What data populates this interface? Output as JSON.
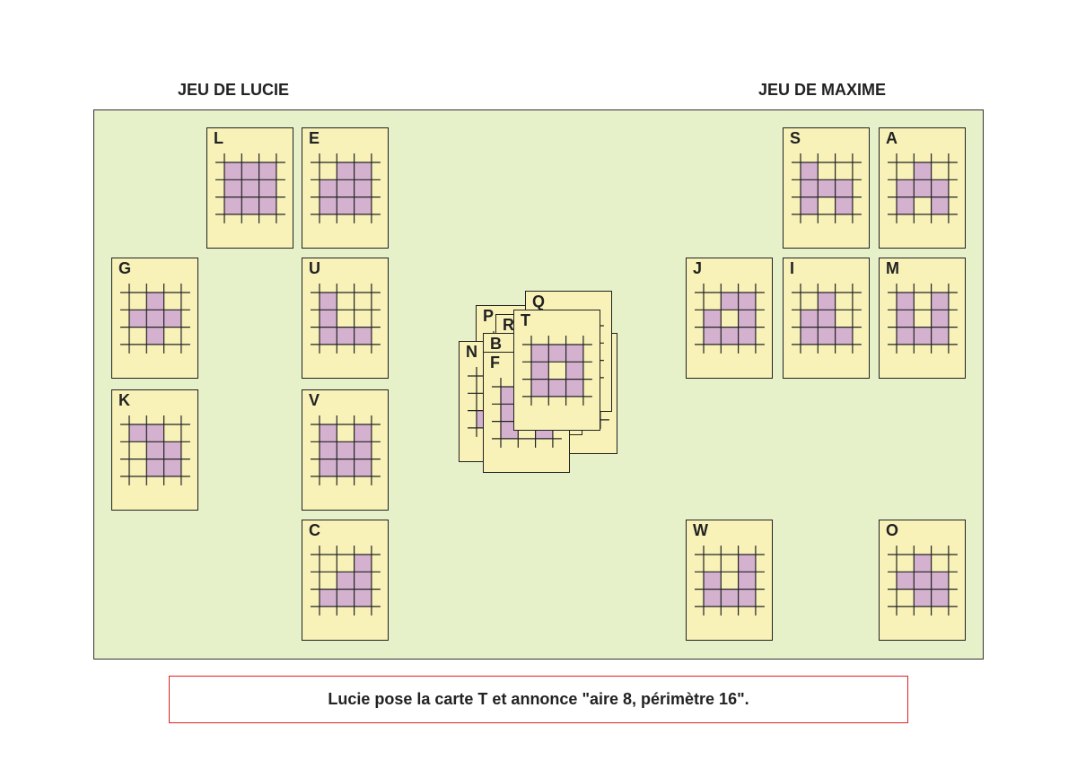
{
  "headers": {
    "lucie": "JEU DE LUCIE",
    "maxime": "JEU DE MAXIME"
  },
  "colors": {
    "board": "#e6f0c9",
    "card": "#f8f2b9",
    "cell": "#d4b2cf",
    "message_border": "#e0201e"
  },
  "lucie_cards": [
    {
      "letter": "L",
      "pattern": [
        "111",
        "111",
        "111"
      ]
    },
    {
      "letter": "E",
      "pattern": [
        "011",
        "111",
        "111"
      ]
    },
    {
      "letter": "G",
      "pattern": [
        "010",
        "111",
        "010"
      ]
    },
    {
      "letter": "U",
      "pattern": [
        "100",
        "100",
        "111"
      ]
    },
    {
      "letter": "K",
      "pattern": [
        "110",
        "011",
        "011"
      ]
    },
    {
      "letter": "V",
      "pattern": [
        "101",
        "111",
        "111"
      ]
    },
    {
      "letter": "C",
      "pattern": [
        "001",
        "011",
        "111"
      ]
    }
  ],
  "maxime_cards": [
    {
      "letter": "S",
      "pattern": [
        "100",
        "111",
        "101"
      ]
    },
    {
      "letter": "A",
      "pattern": [
        "010",
        "111",
        "101"
      ]
    },
    {
      "letter": "J",
      "pattern": [
        "011",
        "101",
        "111"
      ]
    },
    {
      "letter": "I",
      "pattern": [
        "010",
        "110",
        "111"
      ]
    },
    {
      "letter": "M",
      "pattern": [
        "101",
        "101",
        "111"
      ]
    },
    {
      "letter": "W",
      "pattern": [
        "001",
        "101",
        "111"
      ]
    },
    {
      "letter": "O",
      "pattern": [
        "010",
        "111",
        "011"
      ]
    }
  ],
  "pile_cards": [
    {
      "letter": "Q",
      "pattern": [
        "000",
        "000",
        "000"
      ]
    },
    {
      "letter": "",
      "pattern": [
        "000",
        "000",
        "000"
      ]
    },
    {
      "letter": "P",
      "pattern": [
        "000",
        "000",
        "000"
      ]
    },
    {
      "letter": "N",
      "pattern": [
        "000",
        "000",
        "110"
      ]
    },
    {
      "letter": "R",
      "pattern": [
        "000",
        "000",
        "000"
      ]
    },
    {
      "letter": "B",
      "pattern": [
        "000",
        "000",
        "000"
      ]
    },
    {
      "letter": "F",
      "pattern": [
        "100",
        "100",
        "101"
      ]
    },
    {
      "letter": "T",
      "pattern": [
        "111",
        "101",
        "111"
      ]
    }
  ],
  "message": "Lucie pose la carte T et annonce \"aire 8, périmètre 16\"."
}
